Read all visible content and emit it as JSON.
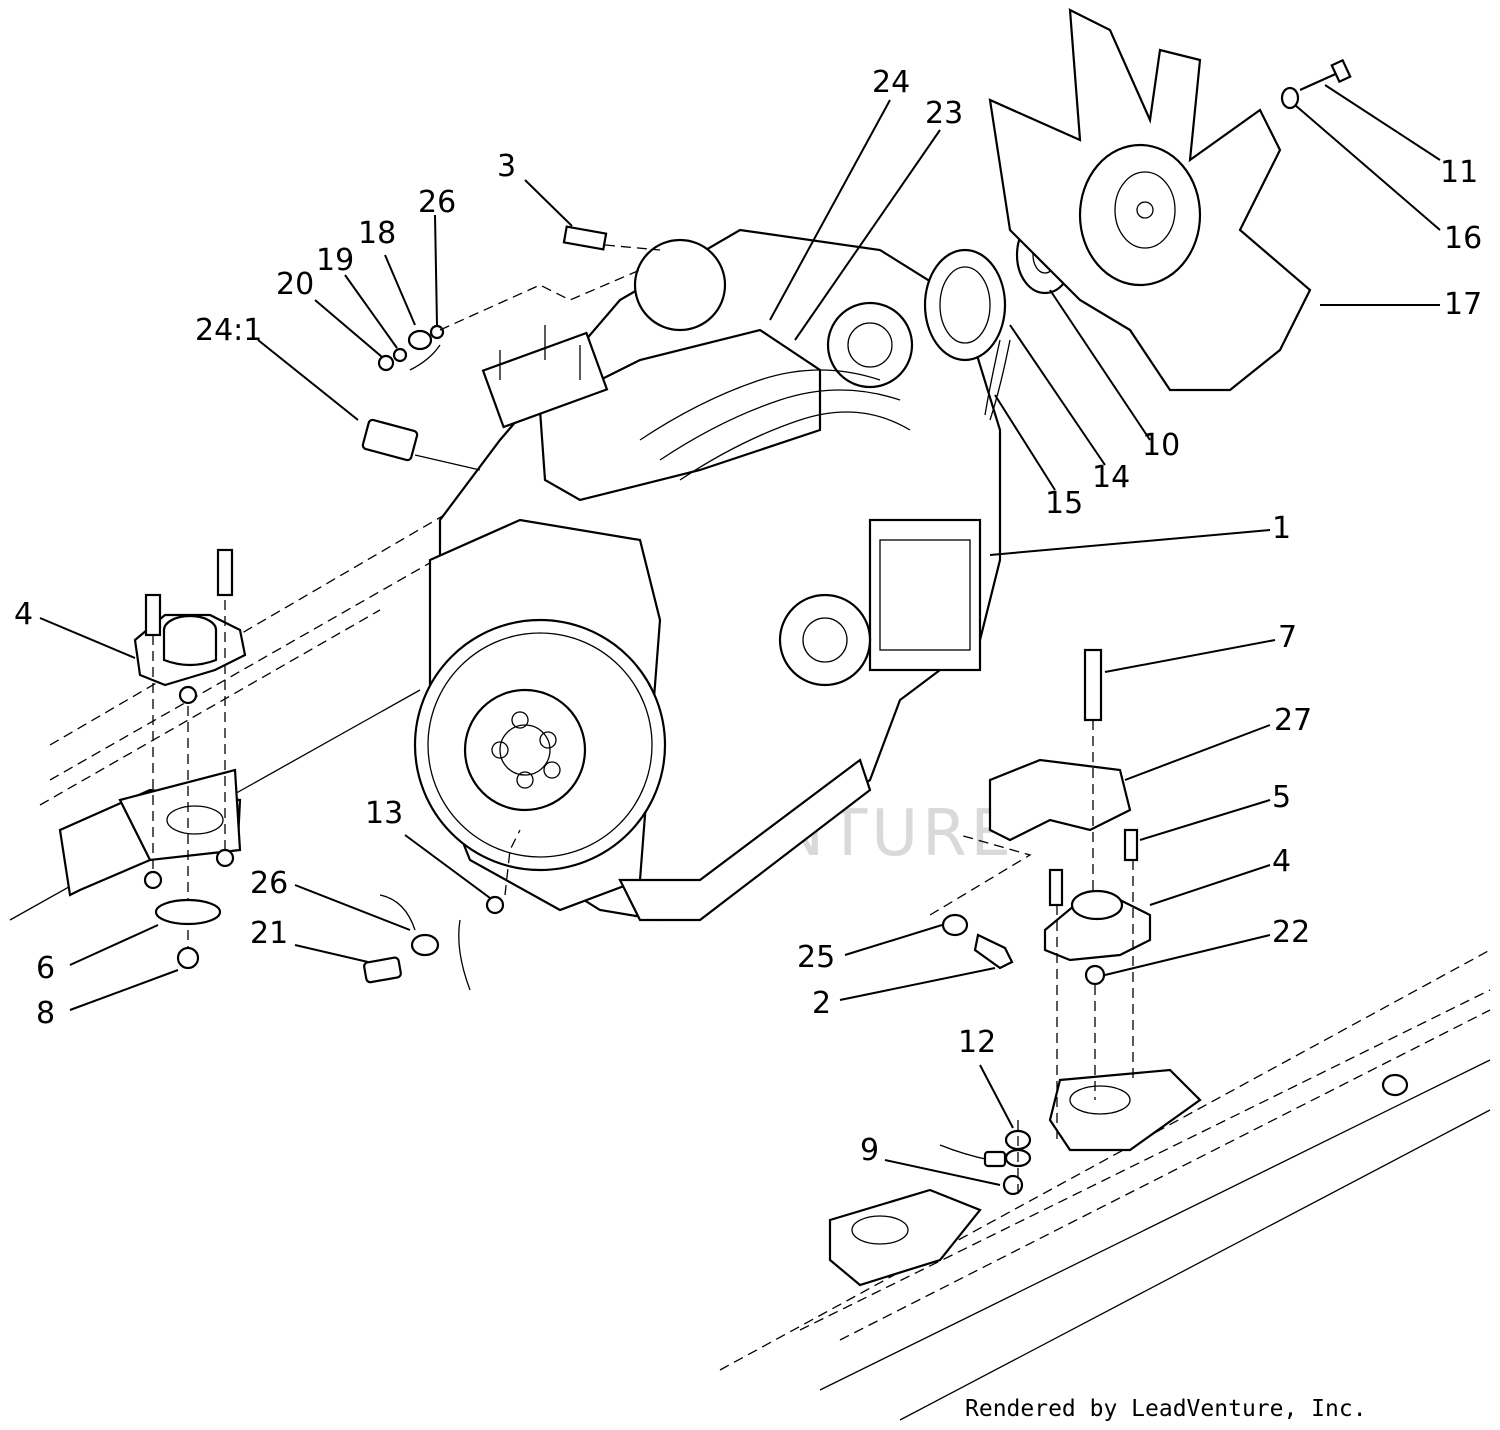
{
  "diagram": {
    "watermark": "LEADVENTURE",
    "credit": "Rendered by LeadVenture, Inc.",
    "callouts": {
      "c1": "1",
      "c2": "2",
      "c3": "3",
      "c4a": "4",
      "c4b": "4",
      "c5": "5",
      "c6": "6",
      "c7": "7",
      "c8": "8",
      "c9": "9",
      "c10": "10",
      "c11": "11",
      "c12": "12",
      "c13": "13",
      "c14": "14",
      "c15": "15",
      "c16": "16",
      "c17": "17",
      "c18": "18",
      "c19": "19",
      "c20": "20",
      "c21": "21",
      "c22": "22",
      "c23": "23",
      "c24": "24",
      "c24_1": "24:1",
      "c25": "25",
      "c26a": "26",
      "c26b": "26",
      "c27": "27"
    }
  }
}
